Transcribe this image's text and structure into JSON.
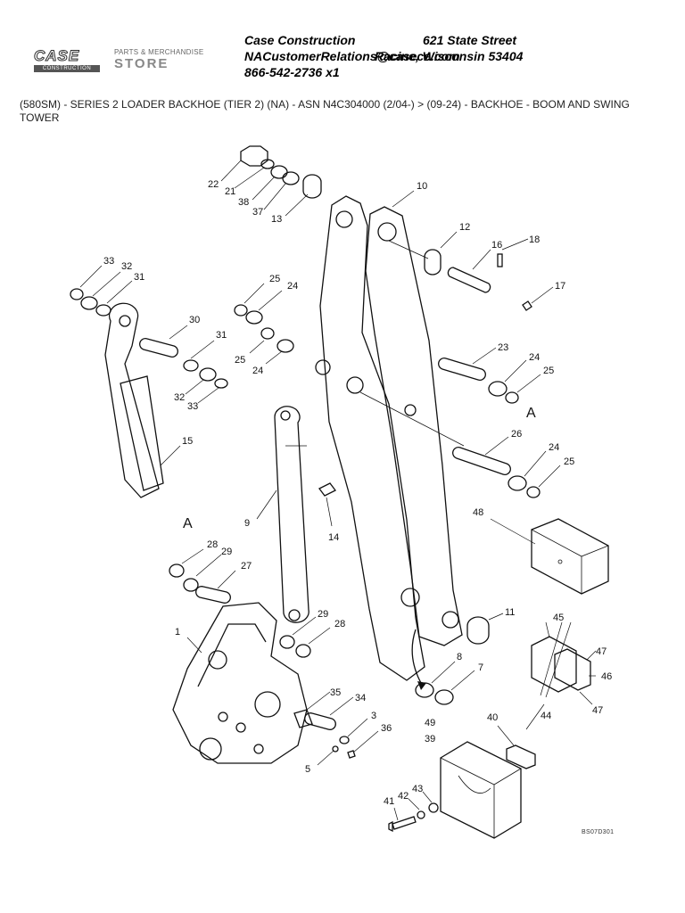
{
  "header": {
    "logo_text": "CASE",
    "logo_subtext": "CONSTRUCTION",
    "store_top": "PARTS & MERCHANDISE",
    "store_main": "STORE",
    "company": "Case Construction",
    "address": "621 State Street",
    "email": "NACustomerRelations@casece.com",
    "city": "Racine, Wisconsin 53404",
    "phone": "866-542-2736 x1"
  },
  "title": "(580SM) - SERIES 2 LOADER BACKHOE (TIER 2) (NA) - ASN N4C304000 (2/04-) > (09-24) - BACKHOE - BOOM AND SWING TOWER",
  "diagram": {
    "code": "BS07D301",
    "callouts": {
      "c22": "22",
      "c21": "21",
      "c38": "38",
      "c37": "37",
      "c13": "13",
      "c10": "10",
      "c12": "12",
      "c16": "16",
      "c18": "18",
      "c17": "17",
      "c33a": "33",
      "c32a": "32",
      "c31a": "31",
      "c30": "30",
      "c31b": "31",
      "c32b": "32",
      "c33b": "33",
      "c25a": "25",
      "c24a": "24",
      "c25b": "25",
      "c24b": "24",
      "c23": "23",
      "c24c": "24",
      "c25c": "25",
      "cA1": "A",
      "c26": "26",
      "c24d": "24",
      "c25d": "25",
      "c15": "15",
      "cA2": "A",
      "c9": "9",
      "c14": "14",
      "c48": "48",
      "c28a": "28",
      "c29a": "29",
      "c27": "27",
      "c11": "11",
      "c45": "45",
      "c47a": "47",
      "c46": "46",
      "c47b": "47",
      "c44": "44",
      "c1": "1",
      "c29b": "29",
      "c28b": "28",
      "c8": "8",
      "c7": "7",
      "c35": "35",
      "c34": "34",
      "c3": "3",
      "c36": "36",
      "c5": "5",
      "c49": "49",
      "c39": "39",
      "c40": "40",
      "c43": "43",
      "c42": "42",
      "c41": "41"
    }
  }
}
